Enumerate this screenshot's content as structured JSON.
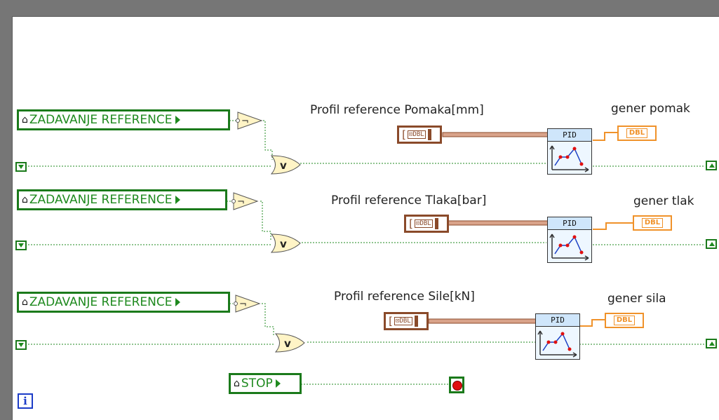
{
  "rows": [
    {
      "control_label": "ZADAVANJE REFERENCE",
      "profile_label": "Profil reference Pomaka[mm]",
      "output_label": "gener pomak",
      "pid_label": "PID",
      "output_type": "DBL",
      "array_type": "⊡DBL"
    },
    {
      "control_label": "ZADAVANJE REFERENCE",
      "profile_label": "Profil reference Tlaka[bar]",
      "output_label": "gener tlak",
      "pid_label": "PID",
      "output_type": "DBL",
      "array_type": "⊡DBL"
    },
    {
      "control_label": "ZADAVANJE REFERENCE",
      "profile_label": "Profil reference Sile[kN]",
      "output_label": "gener sila",
      "pid_label": "PID",
      "output_type": "DBL",
      "array_type": "⊡DBL"
    }
  ],
  "stop": {
    "label": "STOP"
  },
  "iteration_terminal": "i",
  "gates": {
    "not_symbol": "¬",
    "or_symbol": "v"
  },
  "colors": {
    "boolean_wire": "#1f8a1f",
    "array_wire": "#8a4a2a",
    "dbl_wire": "#f0922a",
    "frame": "#767676",
    "iteration": "#1c3cc7",
    "stop_led": "#e01010"
  }
}
